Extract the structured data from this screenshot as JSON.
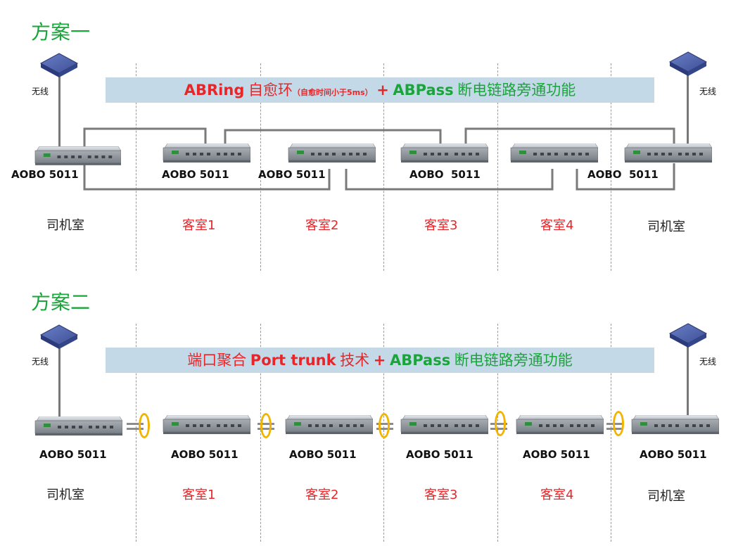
{
  "scheme1": {
    "title": "方案一",
    "banner": {
      "part1": "ABRing",
      "part2": "自愈环",
      "part3": "（自愈时间小于5ms）",
      "plus": "+",
      "part4": "ABPass",
      "part5": "断电链路旁通功能"
    },
    "wireless_left": "无线",
    "wireless_right": "无线",
    "devices": [
      "AOBO 5011",
      "AOBO 5011",
      "AOBO 5011",
      "AOBO  5011",
      "AOBO  5011"
    ],
    "rooms": [
      "司机室",
      "客室1",
      "客室2",
      "客室3",
      "客室4",
      "司机室"
    ]
  },
  "scheme2": {
    "title": "方案二",
    "banner": {
      "part1": "端口聚合",
      "part2": "Port trunk",
      "part3": "技术",
      "plus": "+",
      "part4": "ABPass",
      "part5": "断电链路旁通功能"
    },
    "wireless_left": "无线",
    "wireless_right": "无线",
    "devices": [
      "AOBO 5011",
      "AOBO 5011",
      "AOBO 5011",
      "AOBO 5011",
      "AOBO 5011",
      "AOBO 5011"
    ],
    "rooms": [
      "司机室",
      "客室1",
      "客室2",
      "客室3",
      "客室4",
      "司机室"
    ]
  },
  "colors": {
    "green": "#1aa53a",
    "red": "#e8262a",
    "banner_bg": "#c4d9e7",
    "ring": "#f2b400"
  }
}
